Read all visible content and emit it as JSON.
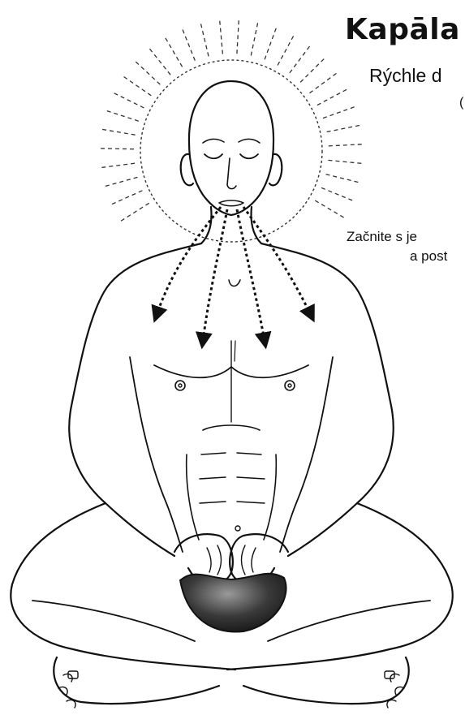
{
  "title": "Kapāla",
  "subtitle": "Rýchle d",
  "subtitle_fragment": "(",
  "note_line1": "Začnite s je",
  "note_line2": "a post",
  "colors": {
    "ink": "#111111",
    "background": "#ffffff",
    "cloth": "#3a3a3a"
  },
  "icons": [
    "breath-arrow-icon",
    "halo-rays"
  ]
}
